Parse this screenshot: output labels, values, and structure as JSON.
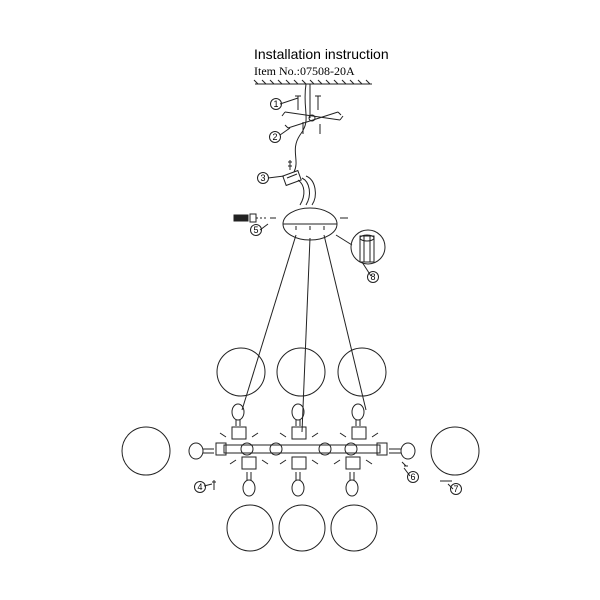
{
  "header": {
    "title": "Installation instruction",
    "item_no": "Item No.:07508-20A"
  },
  "callouts": {
    "c1": "1",
    "c2": "2",
    "c3": "3",
    "c4": "4",
    "c5": "5",
    "c6": "6",
    "c7": "7",
    "c8": "8"
  },
  "colors": {
    "line": "#222222",
    "paper": "#ffffff"
  },
  "icons": [
    "ceiling-bracket-icon",
    "screw-icon",
    "wire-connector-icon",
    "bulb-icon",
    "glass-globe-icon",
    "canopy-icon",
    "cable-gripper-icon"
  ]
}
